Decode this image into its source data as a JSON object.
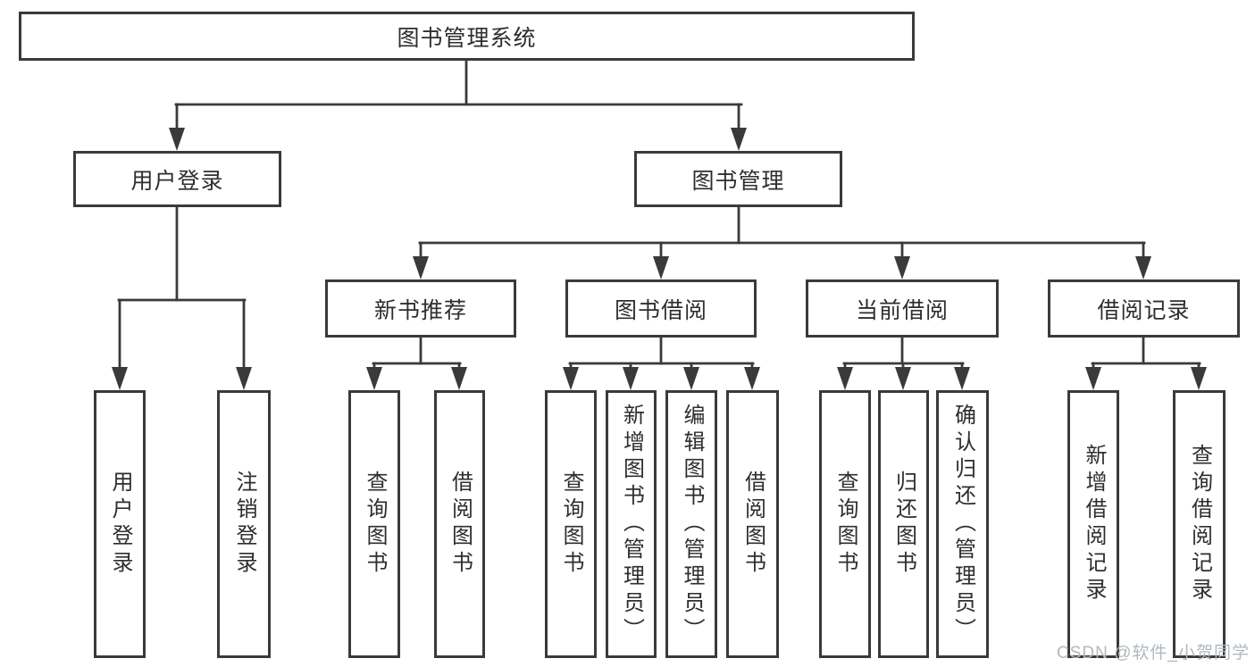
{
  "page": {
    "background": "#ffffff",
    "watermark": {
      "text": "CSDN @软件_小贺同学",
      "color": "#b2b8bd"
    }
  },
  "style": {
    "line_color": "#3a3a3a",
    "box_border_color": "#3a3a3a",
    "text_color": "#2e2e2e",
    "box_fill": "#ffffff"
  },
  "tree": {
    "label": "图书管理系统",
    "children": [
      {
        "label": "用户登录",
        "children": [
          {
            "label": "用户登录"
          },
          {
            "label": "注销登录"
          }
        ]
      },
      {
        "label": "图书管理",
        "children": [
          {
            "label": "新书推荐",
            "children": [
              {
                "label": "查询图书"
              },
              {
                "label": "借阅图书"
              }
            ]
          },
          {
            "label": "图书借阅",
            "children": [
              {
                "label": "查询图书"
              },
              {
                "label": "新增图书（管理员）"
              },
              {
                "label": "编辑图书（管理员）"
              },
              {
                "label": "借阅图书"
              }
            ]
          },
          {
            "label": "当前借阅",
            "children": [
              {
                "label": "查询图书"
              },
              {
                "label": "归还图书"
              },
              {
                "label": "确认归还（管理员）"
              }
            ]
          },
          {
            "label": "借阅记录",
            "children": [
              {
                "label": "新增借阅记录"
              },
              {
                "label": "查询借阅记录"
              }
            ]
          }
        ]
      }
    ]
  }
}
